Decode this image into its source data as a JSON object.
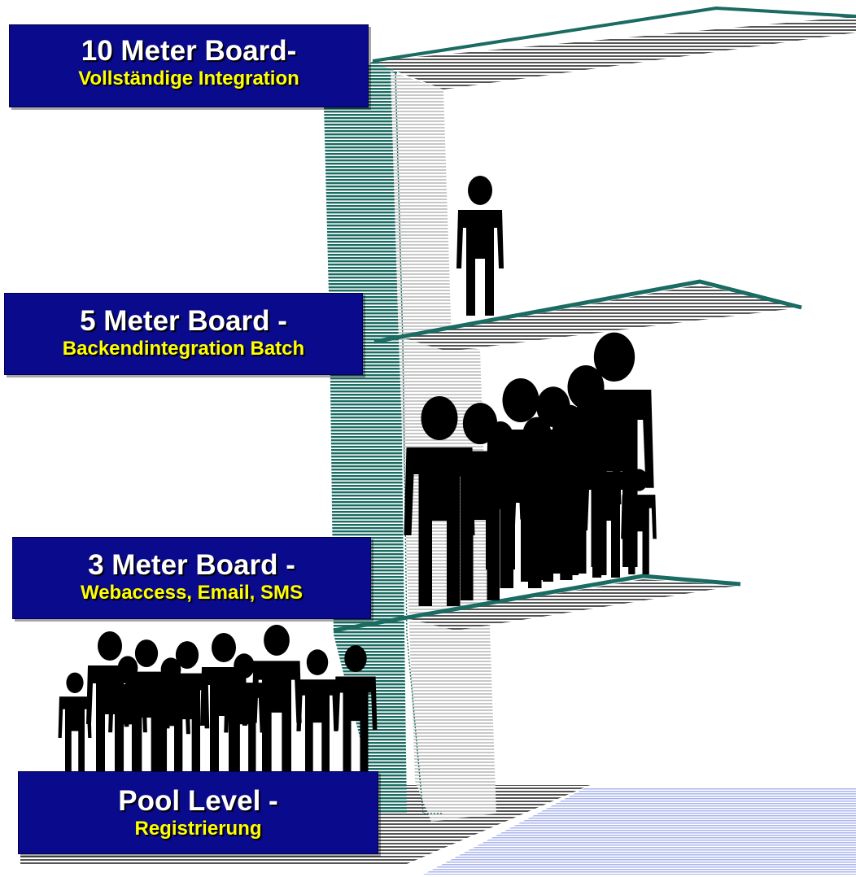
{
  "colors": {
    "tower_teal": "#1a6b62",
    "platform_gray": "#555555",
    "water_blue": "#a9b4ee",
    "label_bg": "#0a0a8c",
    "title_text": "#ffffff",
    "subtitle_text": "#ffff00"
  },
  "levels": [
    {
      "title": "10 Meter Board-",
      "subtitle": "Vollständige Integration"
    },
    {
      "title": "5 Meter Board -",
      "subtitle": "Backendintegration Batch"
    },
    {
      "title": "3 Meter Board -",
      "subtitle": "Webaccess, Email, SMS"
    },
    {
      "title": "Pool Level -",
      "subtitle": "Registrierung"
    }
  ],
  "people_counts": {
    "board_10m": 0,
    "board_5m": 1,
    "board_3m": 11,
    "pool_level": 11
  }
}
